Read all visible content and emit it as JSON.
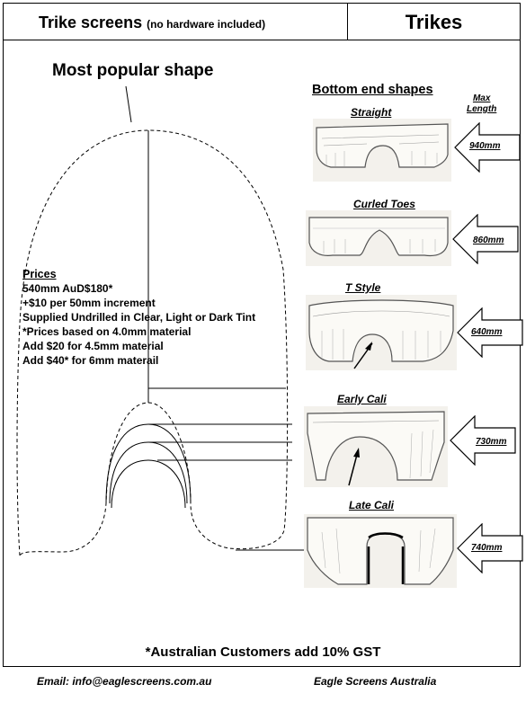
{
  "header": {
    "title": "Trike screens",
    "subtitle": "(no hardware included)",
    "right_title": "Trikes"
  },
  "main_shape": {
    "label": "Most popular shape"
  },
  "bottom_shapes": {
    "title": "Bottom end shapes",
    "max_length_label_line1": "Max",
    "max_length_label_line2": "Length",
    "items": [
      {
        "name": "Straight",
        "length": "940mm"
      },
      {
        "name": "Curled Toes",
        "length": "860mm"
      },
      {
        "name": "T Style",
        "length": "640mm"
      },
      {
        "name": "Early Cali",
        "length": "730mm"
      },
      {
        "name": "Late Cali",
        "length": "740mm"
      }
    ]
  },
  "prices": {
    "heading": "Prices",
    "lines": [
      "540mm AuD$180*",
      "+$10 per 50mm increment",
      "Supplied Undrilled in Clear, Light or Dark Tint",
      "*Prices based on 4.0mm material",
      "Add $20 for 4.5mm material",
      "Add $40* for 6mm materail"
    ]
  },
  "footer": {
    "gst_note": "*Australian Customers add 10% GST",
    "email": "Email:  info@eaglescreens.com.au",
    "company": "Eagle Screens Australia"
  },
  "colors": {
    "border": "#000000",
    "photo_background": "#f3f1ec",
    "sketch_line": "#555555"
  }
}
